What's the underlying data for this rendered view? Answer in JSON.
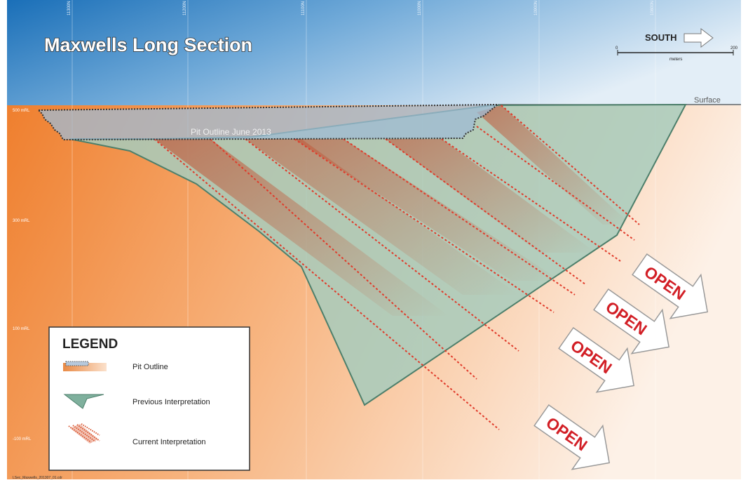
{
  "title": "Maxwells Long Section",
  "direction": {
    "label": "SOUTH",
    "scale_start": "0",
    "scale_end": "200",
    "scale_unit": "meters"
  },
  "surface_label": "Surface",
  "pit_label": "Pit Outline June 2013",
  "grid_labels": [
    "11300N",
    "11200N",
    "11100N",
    "11000N",
    "10900N",
    "10800N"
  ],
  "rl_labels": [
    "500 mRL",
    "300 mRL",
    "100 mRL",
    "-100 mRL"
  ],
  "open_labels": [
    "OPEN",
    "OPEN",
    "OPEN",
    "OPEN"
  ],
  "legend": {
    "title": "LEGEND",
    "items": [
      {
        "label": "Pit Outline",
        "icon": "pit-outline-swatch"
      },
      {
        "label": "Previous Interpretation",
        "icon": "previous-interpretation-swatch"
      },
      {
        "label": "Current Interpretation",
        "icon": "current-interpretation-swatch"
      }
    ]
  },
  "footer_file": "LSec_Maxwells_201307_01.cdr",
  "colors": {
    "sky_dark": "#1f7dc4",
    "sky_light": "#d9e9f5",
    "ground_orange": "#f08a3c",
    "ground_light": "#fdf0e6",
    "previous_fill": "#9fc7b6",
    "previous_stroke": "#4d7f6b",
    "current_fill": "#c65a3a",
    "dotted_red": "#e03a2a",
    "pit_fill": "#9fbbd4",
    "open_red": "#d21f26"
  }
}
